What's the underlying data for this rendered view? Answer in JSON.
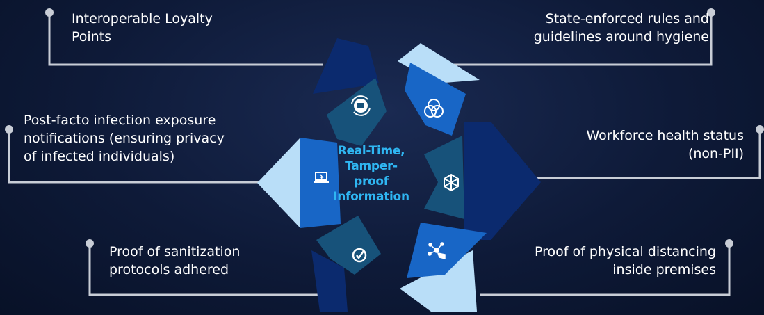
{
  "center": {
    "line1": "Real-Time,",
    "line2": "Tamper-proof",
    "line3": "Information"
  },
  "labels": {
    "top_left": [
      "Interoperable Loyalty",
      "Points"
    ],
    "top_right": [
      "State-enforced rules and",
      "guidelines around hygiene"
    ],
    "mid_left": [
      "Post-facto infection exposure",
      "notifications (ensuring privacy",
      "of infected individuals)"
    ],
    "mid_right": [
      "Workforce health status",
      "(non-PII)"
    ],
    "bottom_left": [
      "Proof of sanitization",
      "protocols adhered"
    ],
    "bottom_right": [
      "Proof of physical distancing",
      "inside premises"
    ]
  },
  "icons": [
    "sync-icon",
    "venn-icon",
    "hexagon-network-icon",
    "network-hand-icon",
    "check-circle-icon",
    "laptop-icon"
  ],
  "colors": {
    "background": "#0e1a38",
    "line": "#c8cdd6",
    "dark_blue": "#0b2a6e",
    "mid_blue": "#1866c6",
    "light_blue": "#b9def8",
    "teal": "#17527a",
    "center_text": "#2fb6f2"
  }
}
